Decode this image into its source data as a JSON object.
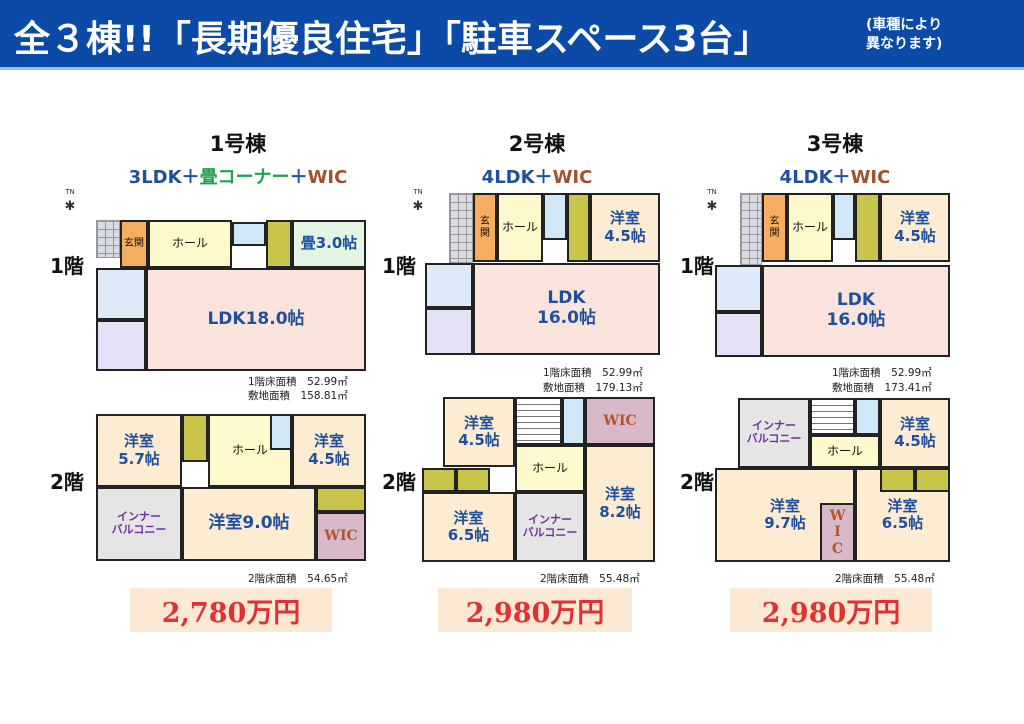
{
  "header": {
    "title": "全３棟!!「長期優良住宅」「駐車スペース3台」",
    "note": "(車種により\n異なります)"
  },
  "colors": {
    "banner": "#0b4aa6",
    "plan_blue": "#1f4f9e",
    "plan_green": "#22a050",
    "plan_brown": "#a0522d",
    "price_red": "#e03232"
  },
  "compass_label": "TN",
  "houses": [
    {
      "name": "1号棟",
      "plan": [
        "3LDK＋",
        "畳コーナー",
        "＋",
        "WIC"
      ],
      "floor1_label": "1階",
      "floor2_label": "2階",
      "rooms": {
        "genkan": "玄関",
        "hall1": "ホール",
        "tatami": "畳3.0帖",
        "ldk": "LDK18.0帖",
        "yo57": "洋室\n5.7帖",
        "hall2": "ホール",
        "yo45": "洋室\n4.5帖",
        "balcony": "インナー\nバルコニー",
        "yo90": "洋室9.0帖",
        "wic": "WIC"
      },
      "floor1_area": "1階床面積　52.99㎡",
      "site_area": "敷地面積　158.81㎡",
      "floor2_area": "2階床面積　54.65㎡",
      "price": "2,780万円"
    },
    {
      "name": "2号棟",
      "plan": [
        "4LDK＋",
        "",
        "",
        "WIC"
      ],
      "floor1_label": "1階",
      "floor2_label": "2階",
      "rooms": {
        "genkan": "玄\n関",
        "hall1": "ホール",
        "yo45a": "洋室\n4.5帖",
        "ldk": "LDK\n16.0帖",
        "yo45b": "洋室\n4.5帖",
        "wic": "WIC",
        "hall2": "ホール",
        "yo65": "洋室\n6.5帖",
        "balcony": "インナー\nバルコニー",
        "yo82": "洋室\n8.2帖"
      },
      "floor1_area": "1階床面積　52.99㎡",
      "site_area": "敷地面積　179.13㎡",
      "floor2_area": "2階床面積　55.48㎡",
      "price": "2,980万円"
    },
    {
      "name": "3号棟",
      "plan": [
        "4LDK＋",
        "",
        "",
        "WIC"
      ],
      "floor1_label": "1階",
      "floor2_label": "2階",
      "rooms": {
        "genkan": "玄\n関",
        "hall1": "ホール",
        "yo45a": "洋室\n4.5帖",
        "ldk": "LDK\n16.0帖",
        "balcony": "インナー\nバルコニー",
        "hall2": "ホール",
        "yo45b": "洋室\n4.5帖",
        "yo97": "洋室\n9.7帖",
        "wic": "W\nI\nC",
        "yo65": "洋室\n6.5帖"
      },
      "floor1_area": "1階床面積　52.99㎡",
      "site_area": "敷地面積　173.41㎡",
      "floor2_area": "2階床面積　55.48㎡",
      "price": "2,980万円"
    }
  ]
}
